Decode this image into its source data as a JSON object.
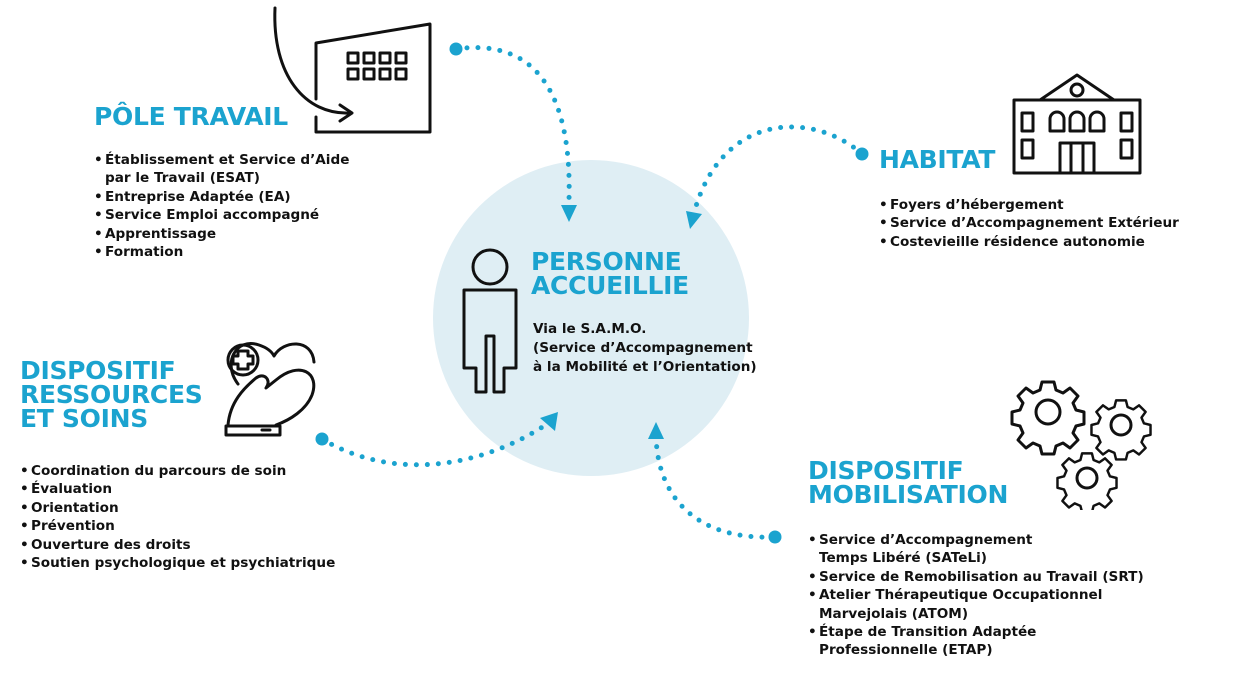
{
  "center": {
    "title_lines": [
      "PERSONNE",
      "ACCUEILLIE"
    ],
    "subtitle_lines": [
      "Via le S.A.M.O.",
      "(Service d’Accompagnement",
      "à la Mobilité et l’Orientation)"
    ]
  },
  "pole_travail": {
    "title_lines": [
      "PÔLE TRAVAIL"
    ],
    "items": [
      "Établissement et Service d’Aide\npar le Travail (ESAT)",
      "Entreprise Adaptée (EA)",
      "Service Emploi accompagné",
      "Apprentissage",
      "Formation"
    ]
  },
  "habitat": {
    "title_lines": [
      "HABITAT"
    ],
    "items": [
      "Foyers d’hébergement",
      "Service d’Accompagnement Extérieur",
      "Costevieille résidence autonomie"
    ]
  },
  "ressources": {
    "title_lines": [
      "DISPOSITIF",
      "RESSOURCES",
      "ET SOINS"
    ],
    "items": [
      "Coordination du parcours de soin",
      "Évaluation",
      "Orientation",
      "Prévention",
      "Ouverture des droits",
      "Soutien psychologique et psychiatrique"
    ]
  },
  "mobilisation": {
    "title_lines": [
      "DISPOSITIF",
      "MOBILISATION"
    ],
    "items": [
      "Service d’Accompagnement\nTemps Libéré (SATeLi)",
      "Service de Remobilisation au Travail (SRT)",
      "Atelier Thérapeutique Occupationnel\nMarvejolais (ATOM)",
      "Étape de Transition Adaptée\nProfessionnelle (ETAP)"
    ]
  },
  "icons": {
    "building": "office-building-icon",
    "house": "residence-building-icon",
    "health": "heart-hand-health-icon",
    "person": "person-icon",
    "gears": "gears-icon"
  },
  "colors": {
    "accent": "#1ba3cf",
    "circle": "#dfeef4",
    "text": "#111111"
  }
}
